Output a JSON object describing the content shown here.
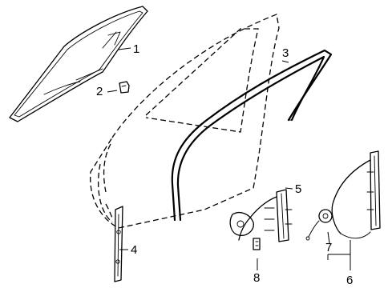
{
  "callouts": {
    "c1": "1",
    "c2": "2",
    "c3": "3",
    "c4": "4",
    "c5": "5",
    "c6": "6",
    "c7": "7",
    "c8": "8"
  },
  "parts": [
    {
      "id": "1",
      "name": "door-glass"
    },
    {
      "id": "2",
      "name": "glass-clip"
    },
    {
      "id": "3",
      "name": "glass-run-channel"
    },
    {
      "id": "4",
      "name": "rear-guide-channel"
    },
    {
      "id": "5",
      "name": "window-regulator"
    },
    {
      "id": "6",
      "name": "regulator-assembly-with-motor"
    },
    {
      "id": "7",
      "name": "regulator-motor"
    },
    {
      "id": "8",
      "name": "motor-connector"
    }
  ]
}
